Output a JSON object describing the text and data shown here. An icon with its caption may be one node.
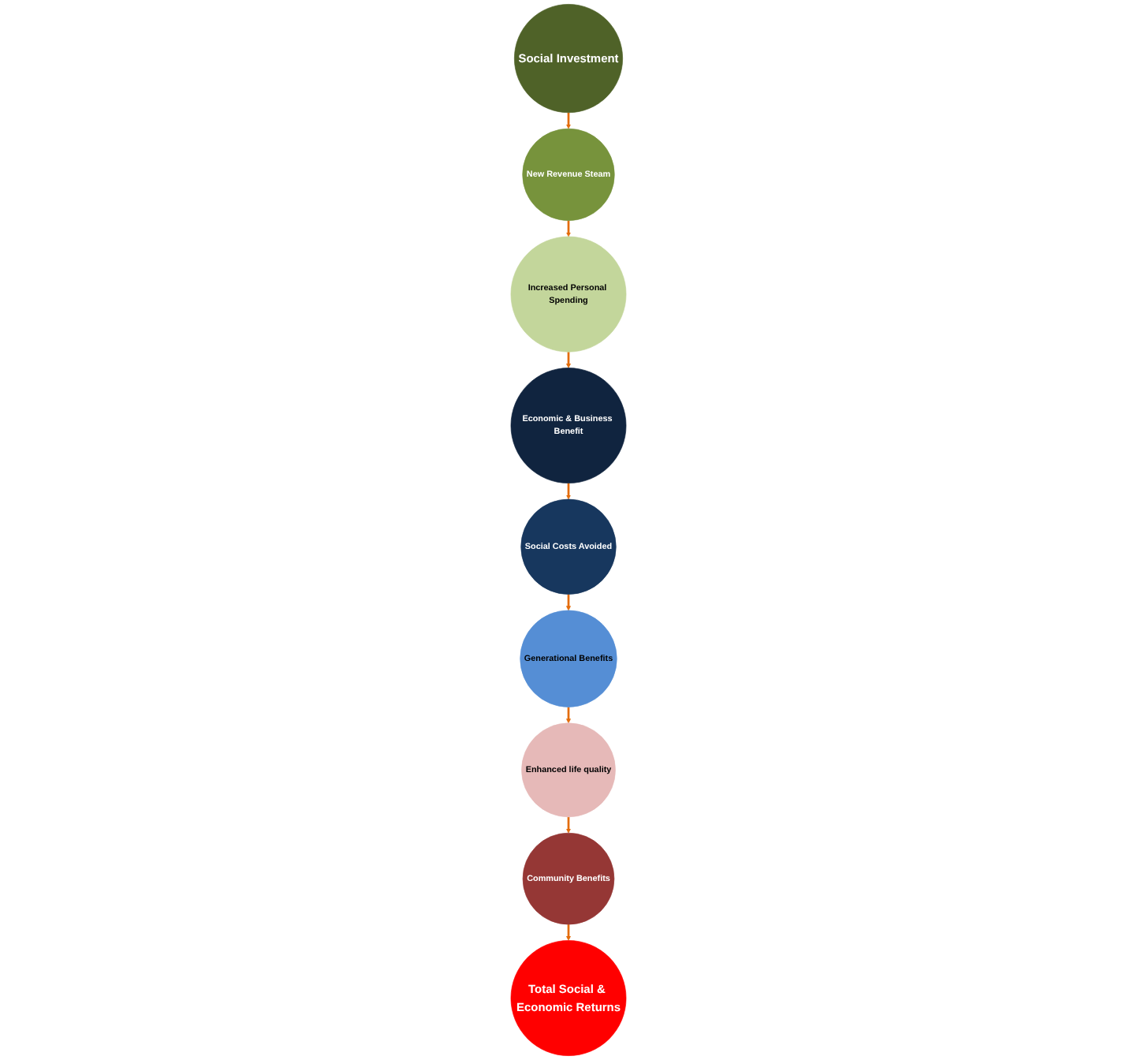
{
  "diagram": {
    "nodes": [
      {
        "text": [
          "Social Investment"
        ]
      },
      {
        "text": [
          "New Revenue Steam"
        ]
      },
      {
        "text": [
          "Increased Personal Spending"
        ]
      },
      {
        "text": [
          "Economic & Business Benefit"
        ]
      },
      {
        "text": [
          "Social Costs Avoided"
        ]
      },
      {
        "text": [
          "Generational Benefits"
        ]
      },
      {
        "text": [
          "Enhanced life quality"
        ]
      },
      {
        "text": [
          "Community Benefits"
        ]
      },
      {
        "text": [
          "Total Social & Economic Returns"
        ]
      }
    ],
    "edges": [
      {
        "from": 0,
        "to": 1,
        "arrow": "to"
      },
      {
        "from": 1,
        "to": 2,
        "arrow": "to"
      },
      {
        "from": 2,
        "to": 3,
        "arrow": "to"
      },
      {
        "from": 3,
        "to": 4,
        "arrow": "to"
      },
      {
        "from": 4,
        "to": 5,
        "arrow": "to"
      },
      {
        "from": 5,
        "to": 6,
        "arrow": "to"
      },
      {
        "from": 6,
        "to": 7,
        "arrow": "to"
      },
      {
        "from": 7,
        "to": 8,
        "arrow": "to"
      }
    ]
  }
}
